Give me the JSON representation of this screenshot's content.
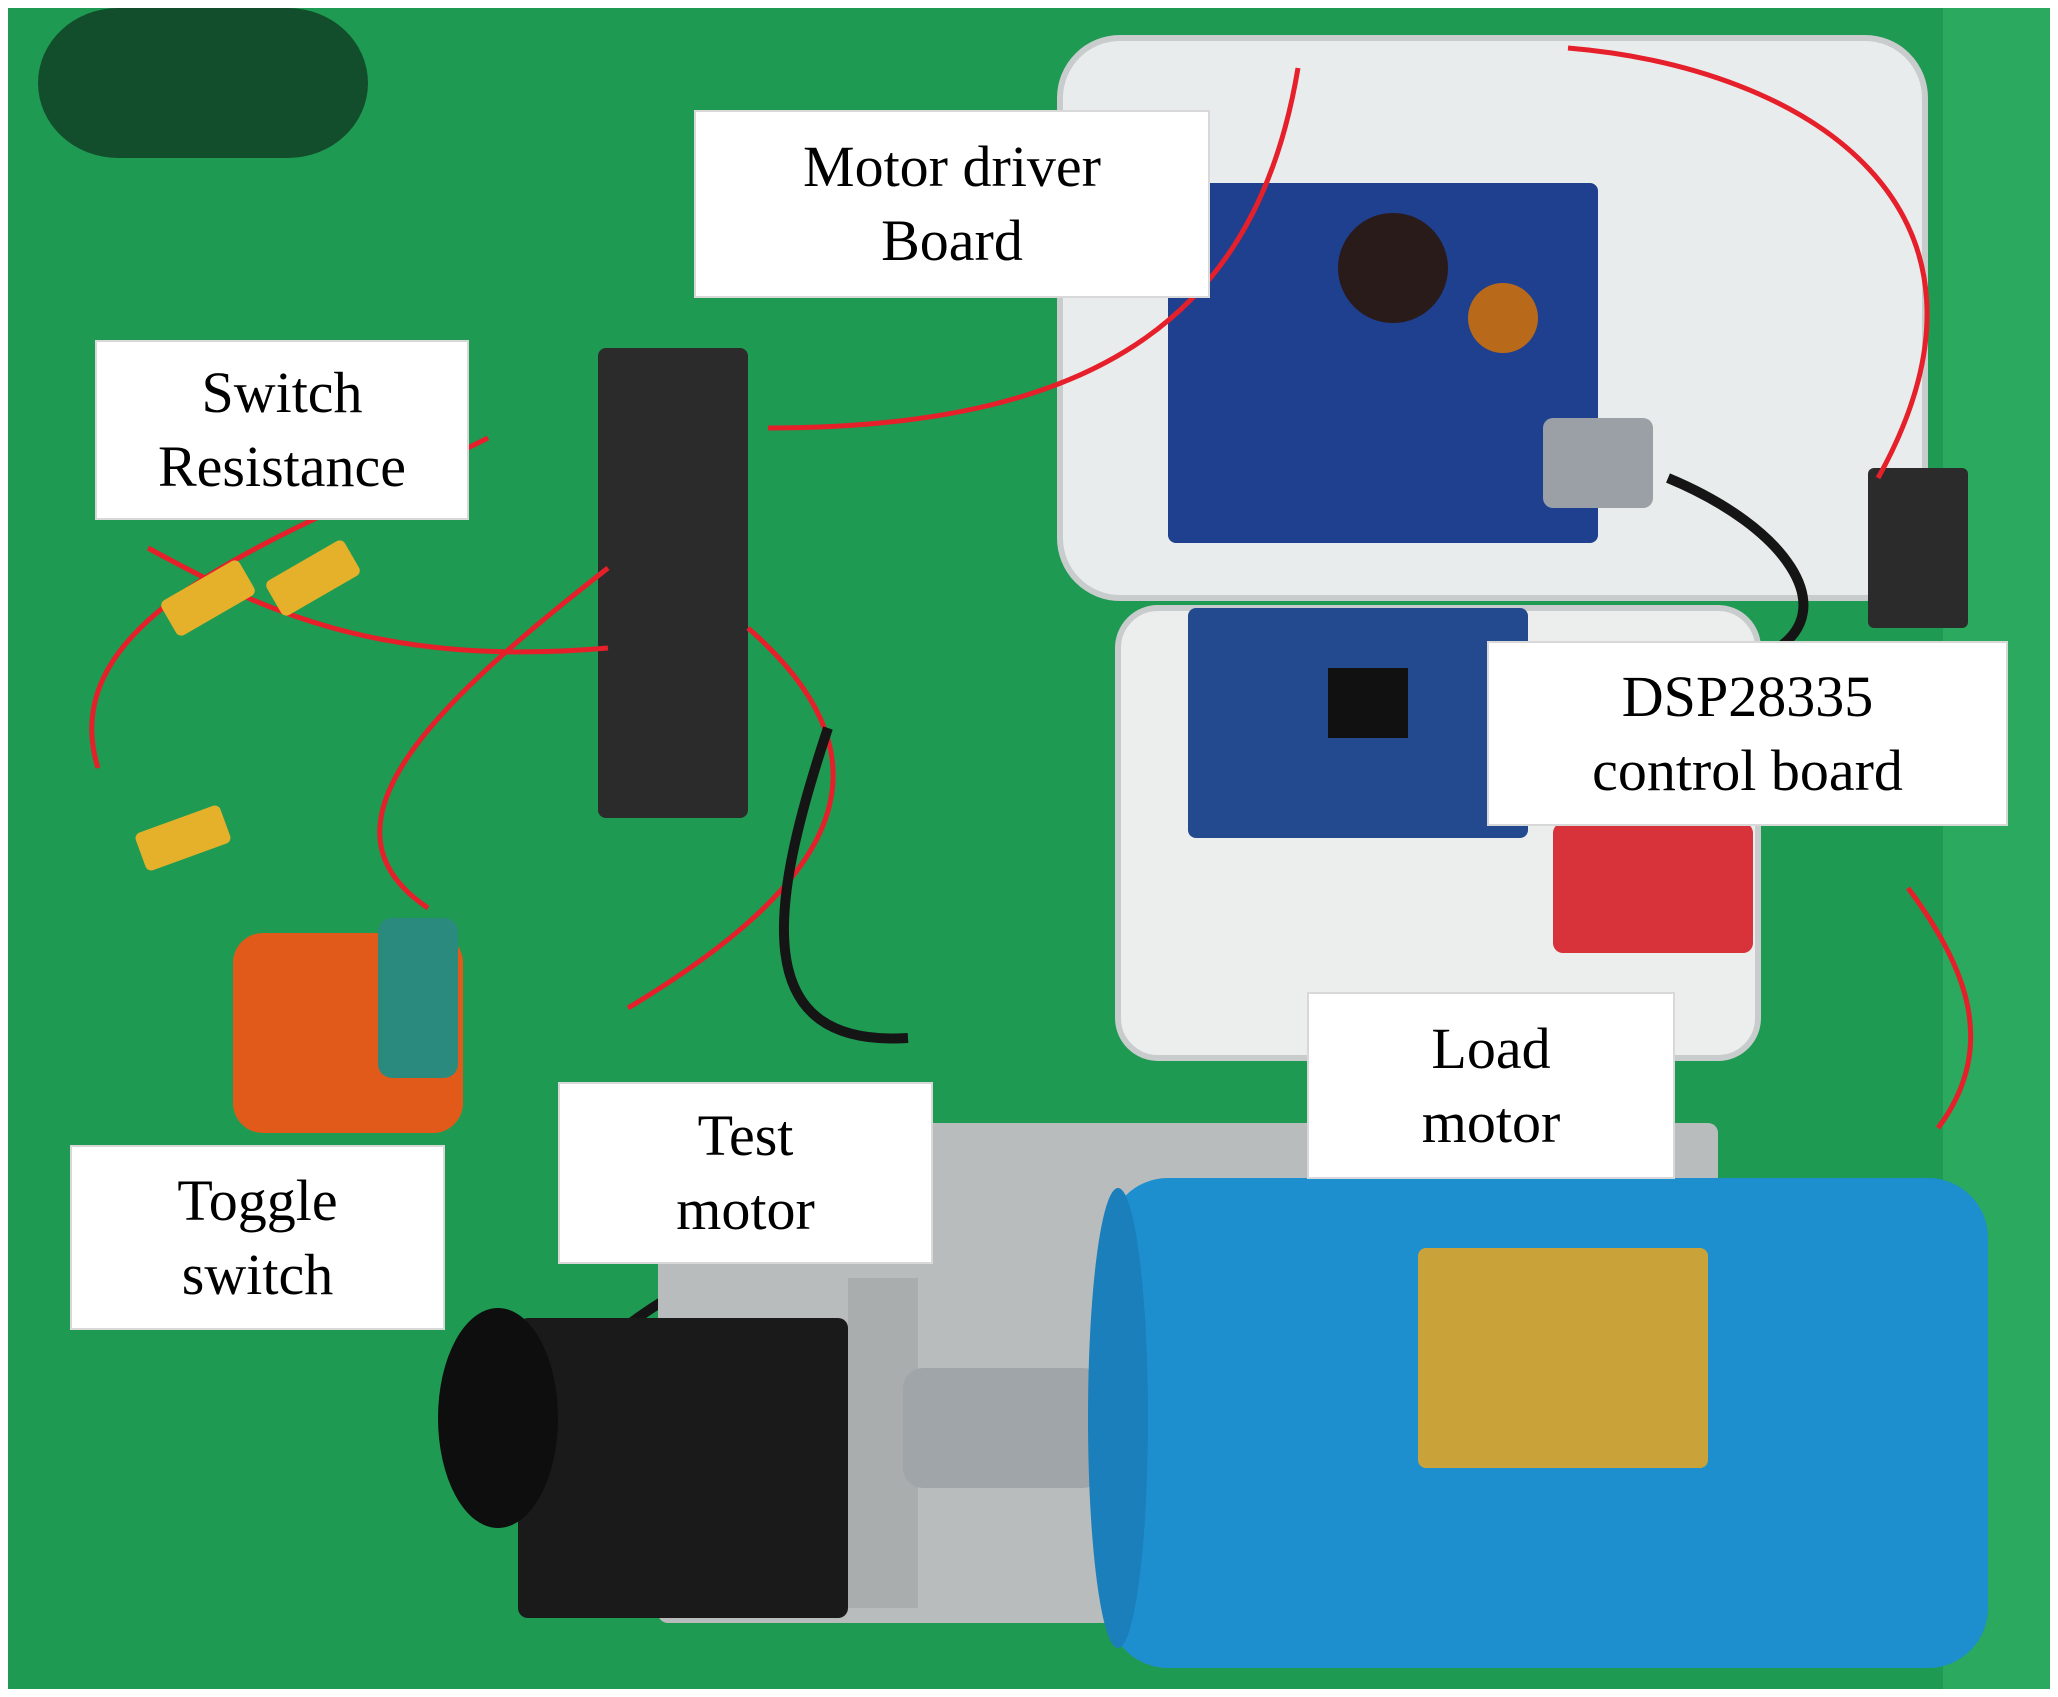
{
  "labels": {
    "motor_driver": {
      "line1": "Motor driver",
      "line2": "Board"
    },
    "switch_resistance": {
      "line1": "Switch",
      "line2": "Resistance"
    },
    "dsp_board": {
      "line1": "DSP28335",
      "line2": "control board"
    },
    "load_motor": {
      "line1": "Load",
      "line2": "motor"
    },
    "test_motor": {
      "line1": "Test",
      "line2": "motor"
    },
    "toggle_switch": {
      "line1": "Toggle",
      "line2": "switch"
    }
  },
  "colors": {
    "bench_green": "#1f9a52",
    "board_blue": "#1f3f8f",
    "motor_blue": "#1d8fcf",
    "wire_red": "#e5202a",
    "wire_black": "#151515"
  }
}
